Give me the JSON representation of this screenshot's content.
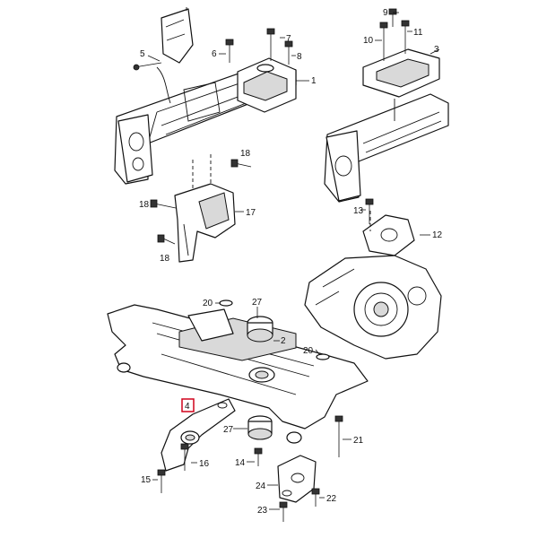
{
  "diagram": {
    "highlight_color": "#d0021b",
    "callouts": [
      {
        "id": "c1",
        "text": "1"
      },
      {
        "id": "c2",
        "text": "2"
      },
      {
        "id": "c3",
        "text": "3"
      },
      {
        "id": "c4",
        "text": "4"
      },
      {
        "id": "c5",
        "text": "5"
      },
      {
        "id": "c6",
        "text": "6"
      },
      {
        "id": "c7",
        "text": "7"
      },
      {
        "id": "c8",
        "text": "8"
      },
      {
        "id": "c9",
        "text": "9"
      },
      {
        "id": "c10",
        "text": "10"
      },
      {
        "id": "c11",
        "text": "11"
      },
      {
        "id": "c12",
        "text": "12"
      },
      {
        "id": "c13",
        "text": "13"
      },
      {
        "id": "c14",
        "text": "14"
      },
      {
        "id": "c15",
        "text": "15"
      },
      {
        "id": "c16",
        "text": "16"
      },
      {
        "id": "c17",
        "text": "17"
      },
      {
        "id": "c18a",
        "text": "18"
      },
      {
        "id": "c18b",
        "text": "18"
      },
      {
        "id": "c18c",
        "text": "18"
      },
      {
        "id": "c20a",
        "text": "20"
      },
      {
        "id": "c20b",
        "text": "20"
      },
      {
        "id": "c21",
        "text": "21"
      },
      {
        "id": "c22",
        "text": "22"
      },
      {
        "id": "c23",
        "text": "23"
      },
      {
        "id": "c24",
        "text": "24"
      },
      {
        "id": "c27a",
        "text": "27"
      },
      {
        "id": "c27b",
        "text": "27"
      }
    ]
  }
}
